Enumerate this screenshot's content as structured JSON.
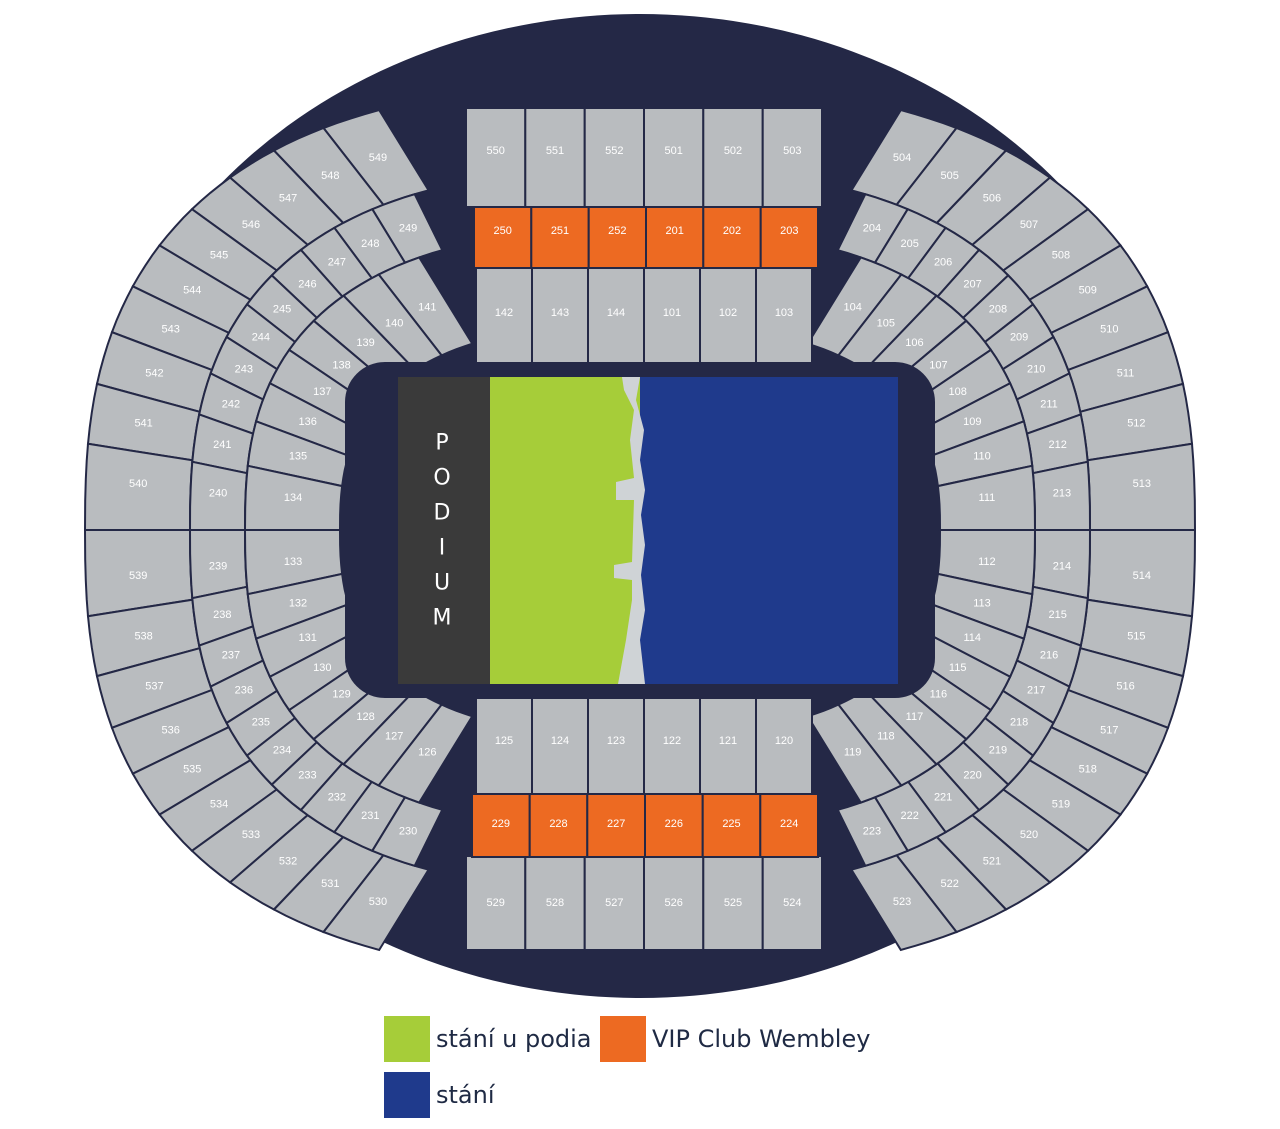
{
  "podium": {
    "label": "PODIUM",
    "color": "#3a3a3a"
  },
  "zones": {
    "standing_near_stage": {
      "color": "#a6cd39"
    },
    "standing": {
      "color": "#1f3a8c"
    },
    "divider_color": "#cfd3d6"
  },
  "colors": {
    "outer_ring": "#242846",
    "seat": "#b9bcbf",
    "vip": "#ed6a22"
  },
  "vip_sections": [
    "250",
    "251",
    "252",
    "201",
    "202",
    "203",
    "229",
    "228",
    "227",
    "226",
    "225",
    "224"
  ],
  "legend": [
    {
      "id": "standing-near-stage",
      "label": "stání u podia",
      "color": "#a6cd39"
    },
    {
      "id": "vip",
      "label": "VIP Club Wembley",
      "color": "#ed6a22"
    },
    {
      "id": "standing",
      "label": "stání",
      "color": "#1f3a8c"
    }
  ],
  "sections": {
    "top_tier_north": [
      "550",
      "551",
      "552",
      "501",
      "502",
      "503"
    ],
    "top_tier_south": [
      "529",
      "528",
      "527",
      "526",
      "525",
      "524"
    ],
    "top_tier_west": [
      "549",
      "548",
      "547",
      "546",
      "545",
      "544",
      "543",
      "542",
      "541",
      "540",
      "539",
      "538",
      "537",
      "536",
      "535",
      "534",
      "533",
      "532",
      "531",
      "530"
    ],
    "top_tier_east": [
      "504",
      "505",
      "506",
      "507",
      "508",
      "509",
      "510",
      "511",
      "512",
      "513",
      "514",
      "515",
      "516",
      "517",
      "518",
      "519",
      "520",
      "521",
      "522",
      "523"
    ],
    "mid_tier_north": [
      "250",
      "251",
      "252",
      "201",
      "202",
      "203"
    ],
    "mid_tier_south": [
      "229",
      "228",
      "227",
      "226",
      "225",
      "224"
    ],
    "mid_tier_west": [
      "249",
      "248",
      "247",
      "246",
      "245",
      "244",
      "243",
      "242",
      "241",
      "240",
      "239",
      "238",
      "237",
      "236",
      "235",
      "234",
      "233",
      "232",
      "231",
      "230"
    ],
    "mid_tier_east": [
      "204",
      "205",
      "206",
      "207",
      "208",
      "209",
      "210",
      "211",
      "212",
      "213",
      "214",
      "215",
      "216",
      "217",
      "218",
      "219",
      "220",
      "221",
      "222",
      "223"
    ],
    "lower_tier_north": [
      "142",
      "143",
      "144",
      "101",
      "102",
      "103"
    ],
    "lower_tier_south": [
      "125",
      "124",
      "123",
      "122",
      "121",
      "120"
    ],
    "lower_tier_west": [
      "141",
      "140",
      "139",
      "138",
      "137",
      "136",
      "135",
      "134",
      "133",
      "132",
      "131",
      "130",
      "129",
      "128",
      "127",
      "126"
    ],
    "lower_tier_east": [
      "104",
      "105",
      "106",
      "107",
      "108",
      "109",
      "110",
      "111",
      "112",
      "113",
      "114",
      "115",
      "116",
      "117",
      "118",
      "119"
    ]
  }
}
